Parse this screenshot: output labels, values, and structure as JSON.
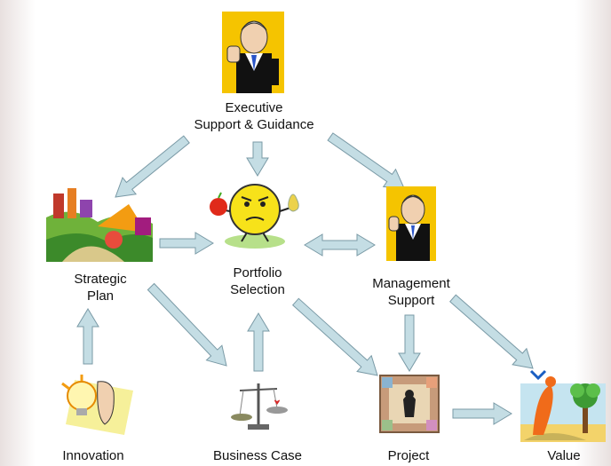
{
  "nodes": {
    "executive": {
      "label": "Executive\nSupport & Guidance",
      "icon": "executive-businessman-icon"
    },
    "strategic_plan": {
      "label": "Strategic\nPlan",
      "icon": "strategic-landscape-icon"
    },
    "portfolio_selection": {
      "label": "Portfolio\nSelection",
      "icon": "apple-pear-juggler-icon"
    },
    "management_support": {
      "label": "Management\nSupport",
      "icon": "manager-businessman-icon"
    },
    "innovation": {
      "label": "Innovation",
      "icon": "lightbulb-idea-icon"
    },
    "business_case": {
      "label": "Business Case",
      "icon": "balance-scale-icon"
    },
    "project": {
      "label": "Project",
      "icon": "project-framed-picture-icon"
    },
    "value": {
      "label": "Value",
      "icon": "money-tree-value-icon"
    }
  },
  "edges": [
    {
      "from": "executive",
      "to": "strategic_plan"
    },
    {
      "from": "executive",
      "to": "portfolio_selection"
    },
    {
      "from": "executive",
      "to": "management_support"
    },
    {
      "from": "strategic_plan",
      "to": "portfolio_selection"
    },
    {
      "from": "portfolio_selection",
      "to": "management_support",
      "bidirectional": true
    },
    {
      "from": "innovation",
      "to": "strategic_plan"
    },
    {
      "from": "business_case",
      "to": "portfolio_selection"
    },
    {
      "from": "strategic_plan",
      "to": "business_case"
    },
    {
      "from": "portfolio_selection",
      "to": "project"
    },
    {
      "from": "management_support",
      "to": "project"
    },
    {
      "from": "management_support",
      "to": "value"
    },
    {
      "from": "project",
      "to": "value"
    }
  ],
  "colors": {
    "arrow_fill": "#c4dde4",
    "arrow_stroke": "#7a9aa6",
    "frame_yellow": "#f5c400"
  }
}
